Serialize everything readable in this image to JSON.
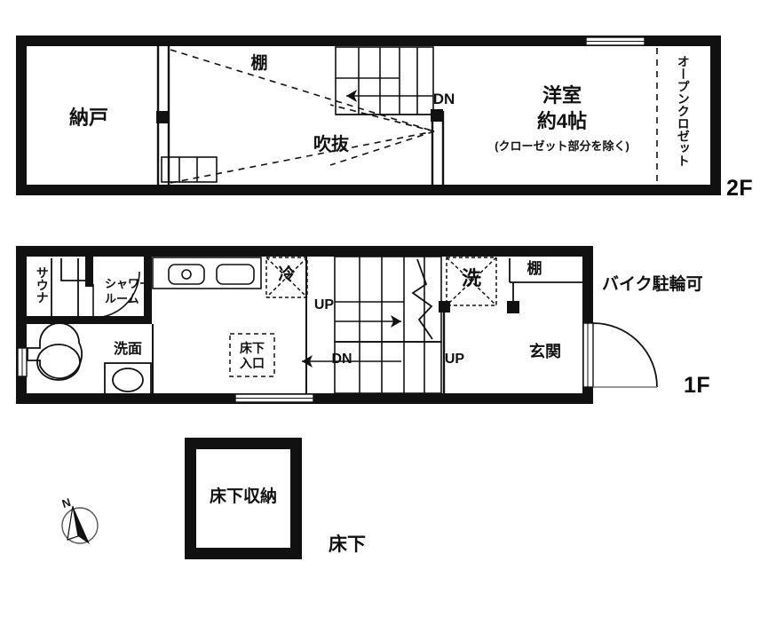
{
  "document": {
    "kind": "floor-plan",
    "language": "ja",
    "line_color": "#111111",
    "wall_color": "#111111",
    "background": "#ffffff"
  },
  "floors": {
    "second": {
      "tag": "2F",
      "rooms": {
        "storage": "納戸",
        "shelf": "棚",
        "void": "吹抜",
        "bedroom_name": "洋室",
        "bedroom_size": "約4帖",
        "bedroom_note": "(クローゼット部分を除く)",
        "open_closet": "オープンクロゼット"
      },
      "stairs": {
        "down_label": "DN"
      }
    },
    "first": {
      "tag": "1F",
      "rooms": {
        "sauna": "サウナ",
        "shower_room_line1": "シャワー",
        "shower_room_line2": "ルーム",
        "washbasin": "洗面",
        "underfloor_entry_line1": "床下",
        "underfloor_entry_line2": "入口",
        "fridge": "冷",
        "washer": "洗",
        "shelf": "棚",
        "entrance": "玄関"
      },
      "stairs": {
        "up_label_upper": "UP",
        "down_label": "DN",
        "up_label_lower": "UP"
      },
      "notes": {
        "bike_parking": "バイク駐輪可"
      }
    },
    "underfloor": {
      "tag": "床下",
      "rooms": {
        "storage": "床下収納"
      }
    }
  },
  "compass": {
    "north_label": "N"
  }
}
